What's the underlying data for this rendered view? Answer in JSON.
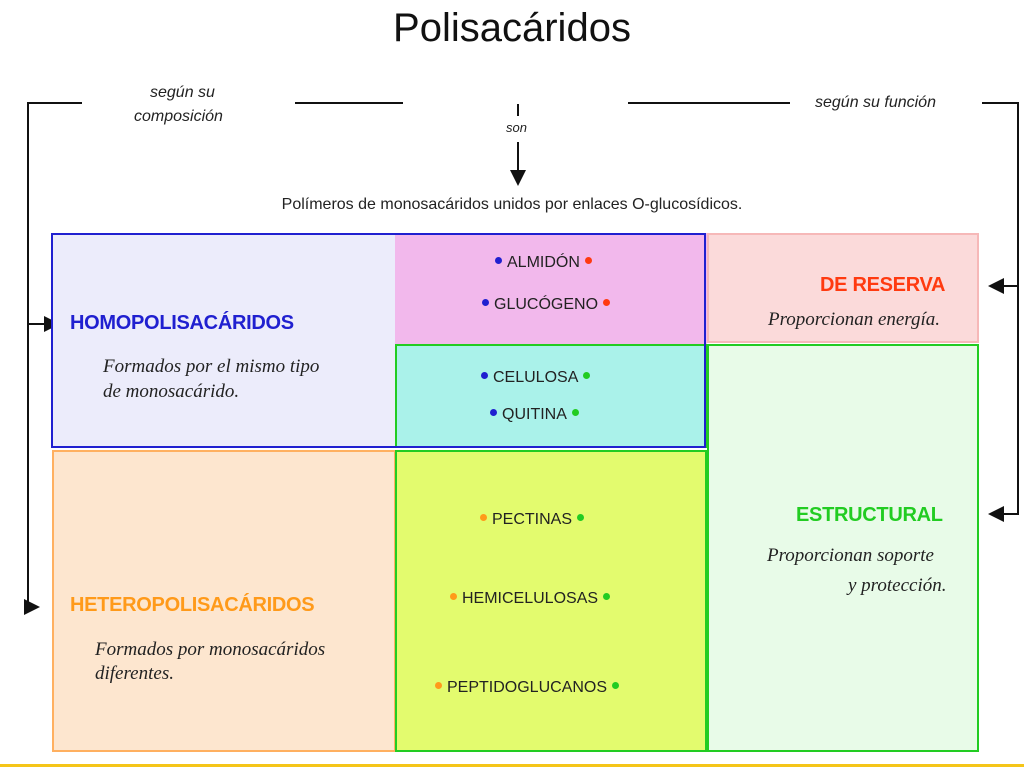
{
  "title": "Polisacáridos",
  "connectors": {
    "by_composition_line1": "según su",
    "by_composition_line2": "composición",
    "are": "son",
    "by_function": "según su función"
  },
  "definition": "Polímeros de monosacáridos unidos por enlaces O-glucosídicos.",
  "homopolysaccharides": {
    "heading": "HOMOPOLISACÁRIDOS",
    "desc_line1": "Formados por el mismo tipo",
    "desc_line2": "de monosacárido."
  },
  "heteropolysaccharides": {
    "heading": "HETEROPOLISACÁRIDOS",
    "desc_line1": "Formados por monosacáridos",
    "desc_line2": "diferentes."
  },
  "reserve": {
    "heading": "DE RESERVA",
    "desc": "Proporcionan energía."
  },
  "structural": {
    "heading": "ESTRUCTURAL",
    "desc_line1": "Proporcionan soporte",
    "desc_line2": "y protección."
  },
  "items": {
    "almidon": "ALMIDÓN",
    "glucogeno": "GLUCÓGENO",
    "celulosa": "CELULOSA",
    "quitina": "QUITINA",
    "pectinas": "PECTINAS",
    "hemicelulosas": "HEMICELULOSAS",
    "peptidoglucanos": "PEPTIDOGLUCANOS"
  },
  "colors": {
    "homo_blue": "#2020d0",
    "hetero_orange": "#ff9a1a",
    "reserve_red": "#ff3a10",
    "structural_green": "#22cc22",
    "homo_bg": "#ececfb",
    "hetero_bg": "#fde6cf",
    "reserve_bg": "#fbdada",
    "structural_bg": "#e8fbe8",
    "reserve_items_bg": "#f2b8ec",
    "struct_homo_bg": "#aaf2ea",
    "struct_hetero_bg": "#e3fb6e"
  }
}
